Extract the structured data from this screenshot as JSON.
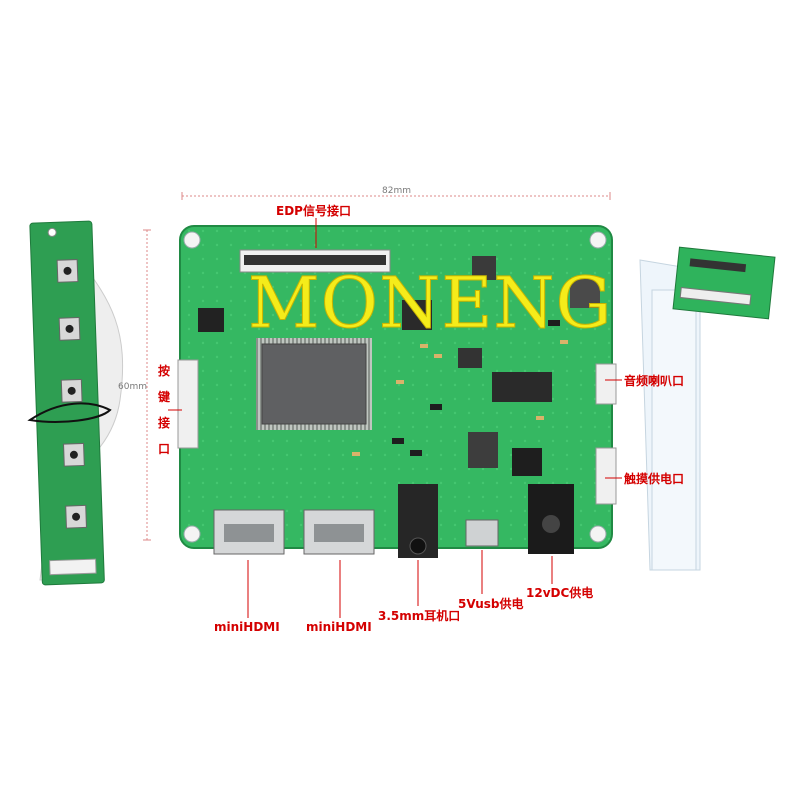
{
  "watermark": "MONENG",
  "dimensions": {
    "width": "82mm",
    "height": "60mm"
  },
  "labels": {
    "edp": "EDP信号接口",
    "keys": [
      "按",
      "键",
      "接",
      "口"
    ],
    "audio": "音频喇叭口",
    "touch": "触摸供电口",
    "hdmi1": "miniHDMI",
    "hdmi2": "miniHDMI",
    "headphone": "3.5mm耳机口",
    "usb": "5Vusb供电",
    "dc": "12vDC供电"
  },
  "colors": {
    "pcb": "#2fb35c",
    "pcb_dark": "#22914a",
    "label": "#d40000",
    "watermark": "#f5ec1a"
  }
}
